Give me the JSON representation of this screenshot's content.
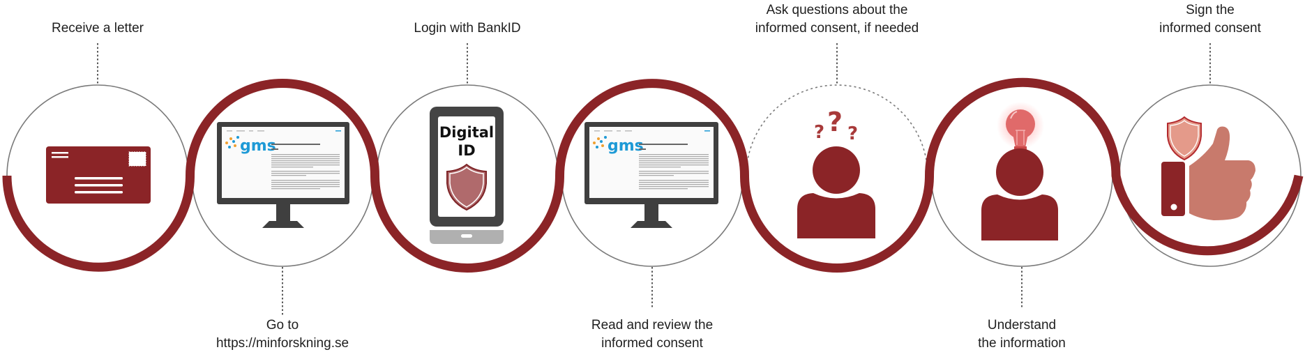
{
  "diagram": {
    "type": "process-flow",
    "colors": {
      "accent": "#8b2427",
      "ring_gray": "#7a7a7a",
      "monitor": "#3f3f3f",
      "phone_body": "#444444",
      "phone_base": "#b0b0b0",
      "shield_fill": "#b06a6c",
      "bulb": "#e06a6a",
      "thumb": "#c87a6c",
      "shield_light": "#e49a8a",
      "gms_blue": "#1e9ad6",
      "gms_orange": "#f0a030",
      "text": "#1f1f1f"
    },
    "steps": [
      {
        "id": 1,
        "label_position": "top",
        "label_lines": [
          "Receive a letter"
        ],
        "icon": "envelope-icon",
        "red_arc": "bottom"
      },
      {
        "id": 2,
        "label_position": "bottom",
        "label_lines": [
          "Go to",
          "https://minforskning.se"
        ],
        "icon": "monitor-gms-website-icon",
        "screen_logo": "gms",
        "red_arc": "top"
      },
      {
        "id": 3,
        "label_position": "top",
        "label_lines": [
          "Login with BankID"
        ],
        "icon": "smartphone-digital-id-icon",
        "screen_text_lines": [
          "Digital",
          "ID"
        ],
        "red_arc": "bottom"
      },
      {
        "id": 4,
        "label_position": "bottom",
        "label_lines": [
          "Read and review the",
          "informed consent"
        ],
        "icon": "monitor-gms-website-icon",
        "screen_logo": "gms",
        "red_arc": "top"
      },
      {
        "id": 5,
        "label_position": "top",
        "label_lines": [
          "Ask questions about the",
          "informed consent, if needed"
        ],
        "icon": "person-question-marks-icon",
        "optional": true,
        "red_arc": "bottom"
      },
      {
        "id": 6,
        "label_position": "bottom",
        "label_lines": [
          "Understand",
          "the information"
        ],
        "icon": "person-lightbulb-icon",
        "red_arc": "top"
      },
      {
        "id": 7,
        "label_position": "top",
        "label_lines": [
          "Sign the",
          "informed consent"
        ],
        "icon": "thumbs-up-shield-icon",
        "red_arc": "bottom"
      }
    ]
  }
}
